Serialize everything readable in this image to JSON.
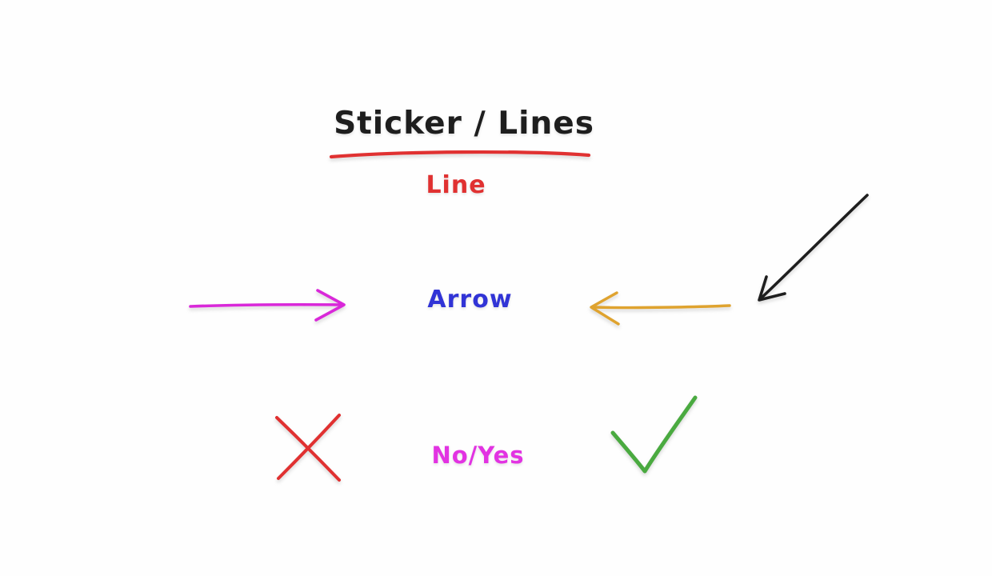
{
  "canvas": {
    "background": "#fefefe",
    "title": "Sticker / Lines",
    "line_section_label": "Line",
    "arrow_section_label": "Arrow",
    "noyes_section_label": "No/Yes"
  },
  "icons": {
    "underline_stroke": "red-underline-stroke",
    "right_arrow": "magenta-right-arrow",
    "left_arrow": "orange-left-arrow",
    "diagonal_arrow": "black-diagonal-down-left-arrow",
    "cross": "red-cross-mark",
    "check": "green-check-mark"
  },
  "colors": {
    "ink_black": "#1e1e1e",
    "red": "#e03131",
    "magenta_arrow": "#d928d9",
    "magenta_text": "#e233e2",
    "blue": "#3134d6",
    "orange": "#dfa32f",
    "green": "#4aaa40"
  }
}
